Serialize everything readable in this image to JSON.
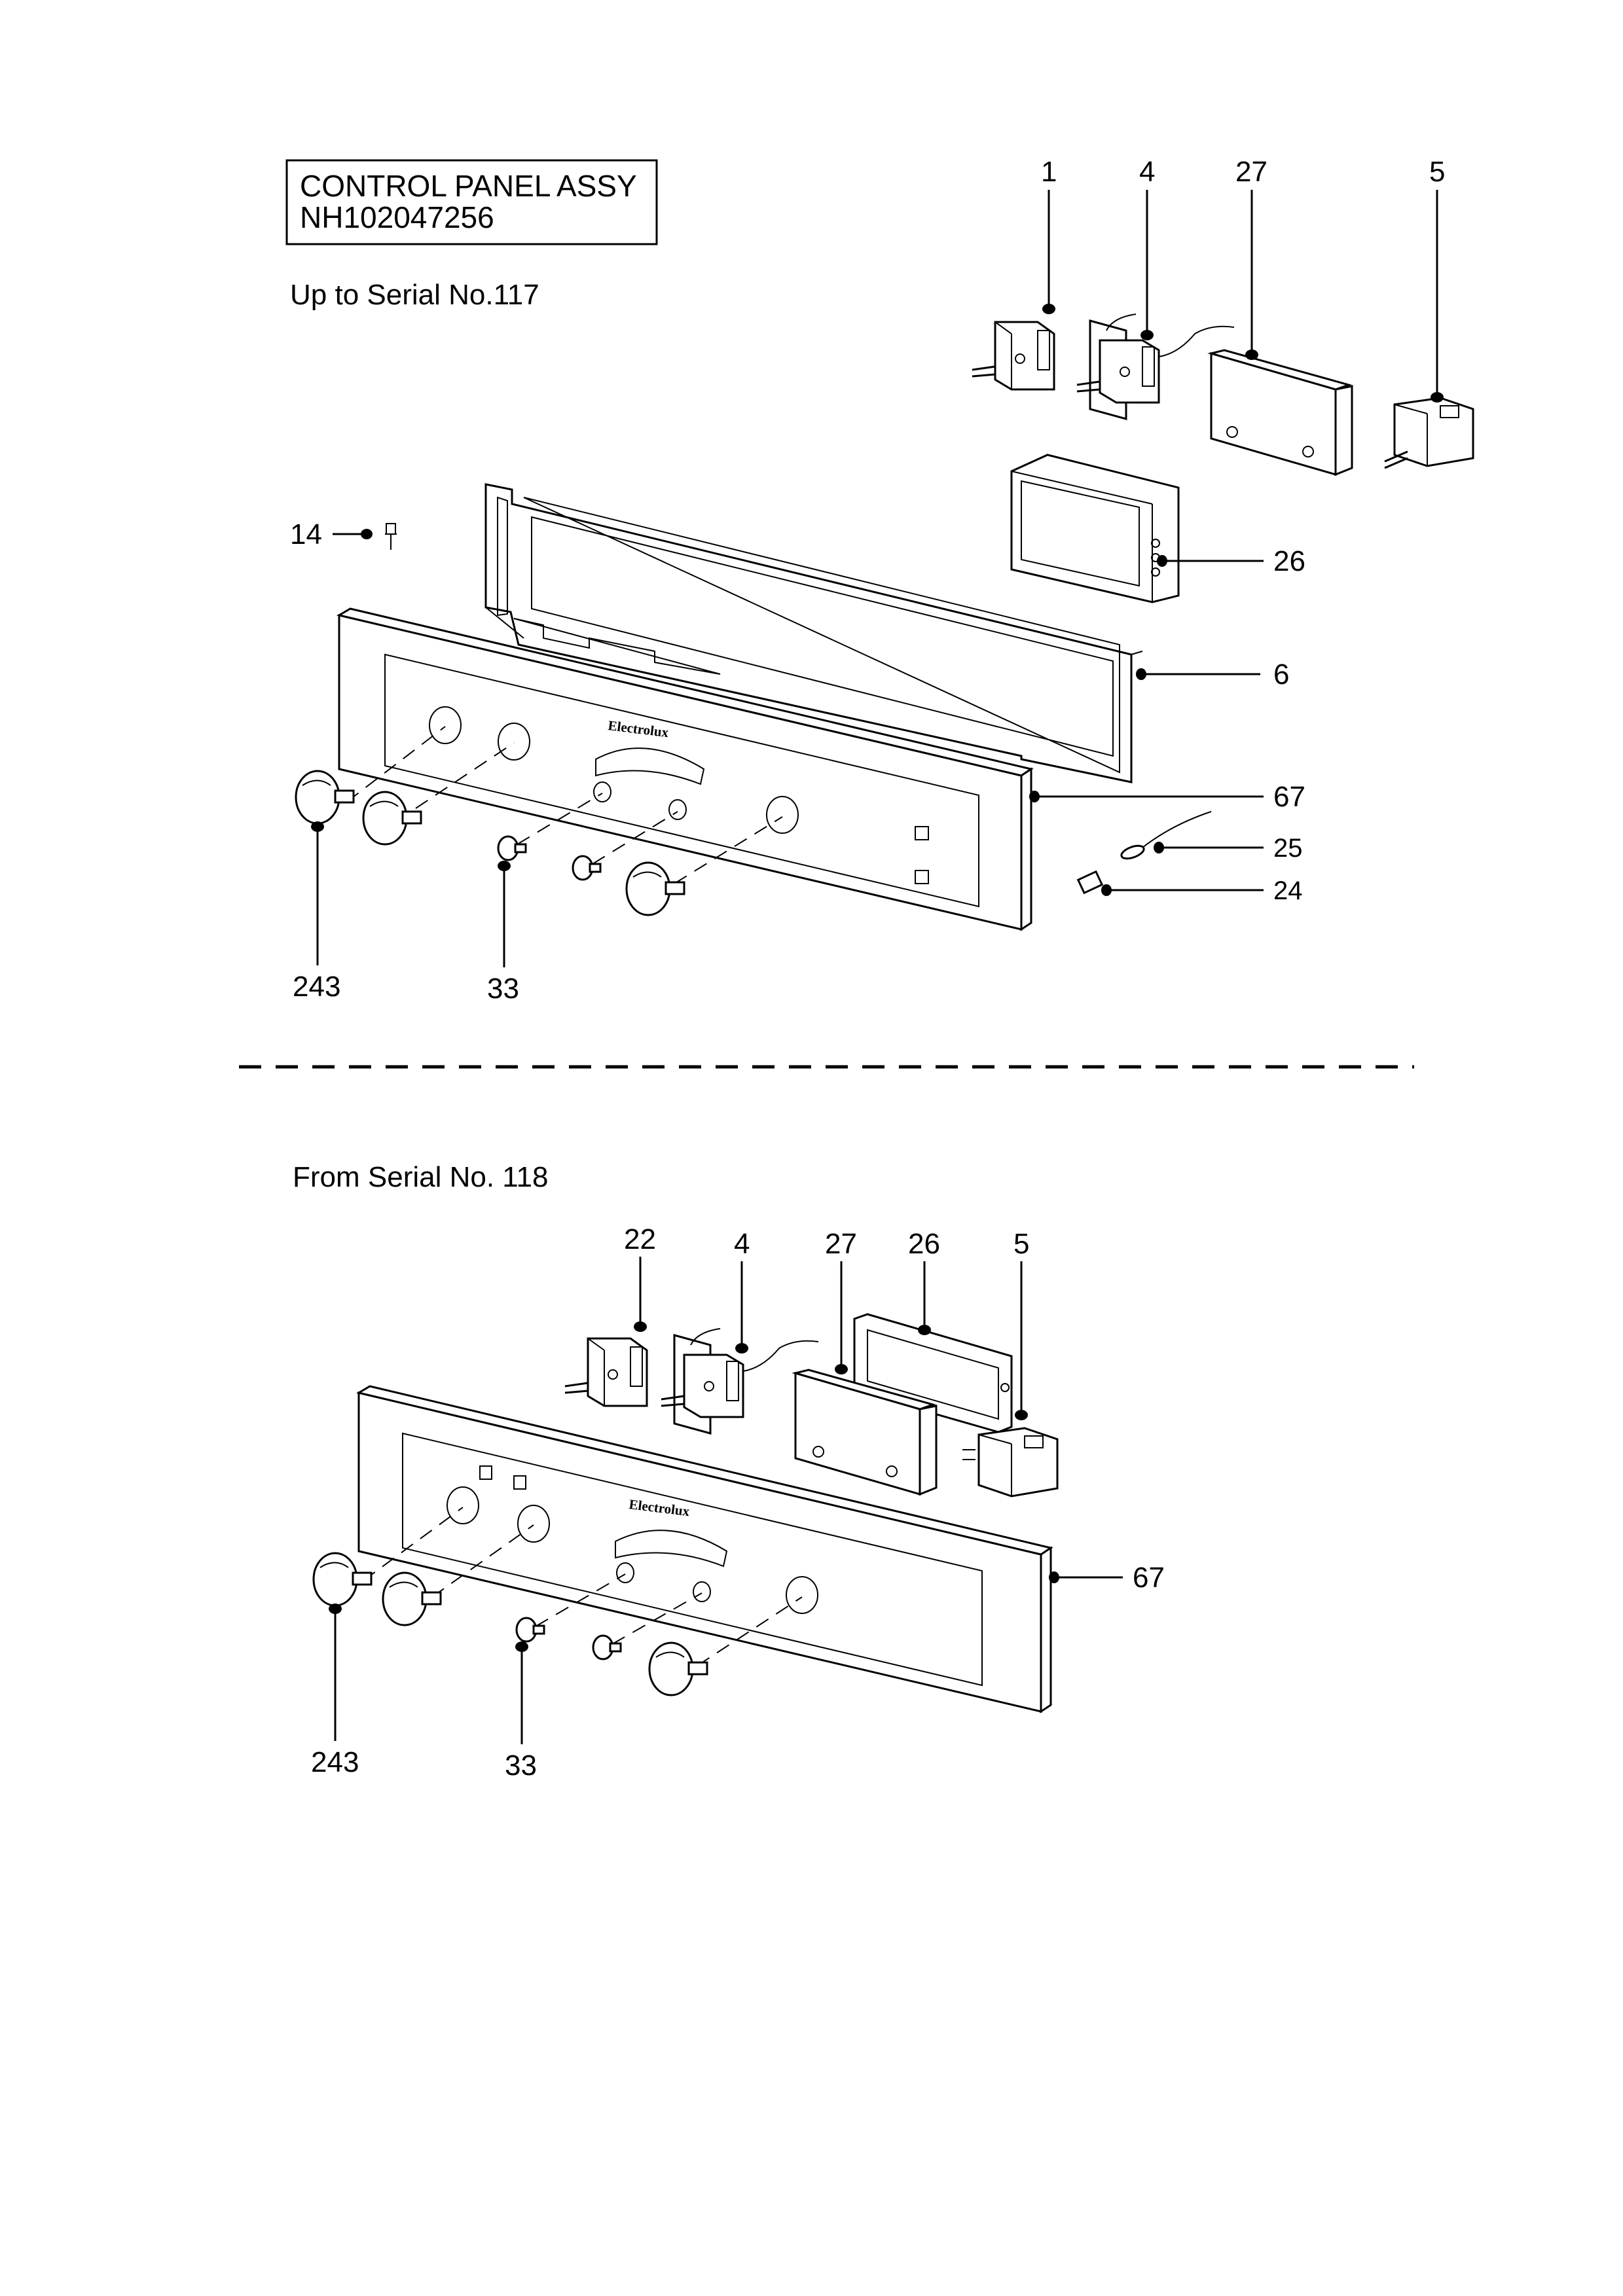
{
  "title_box": {
    "line1": "CONTROL PANEL ASSY",
    "line2": "NH102047256"
  },
  "top_section": {
    "heading": "Up to Serial No.117",
    "brand": "Electrolux",
    "callouts": [
      "1",
      "4",
      "27",
      "5",
      "14",
      "26",
      "6",
      "67",
      "25",
      "24",
      "243",
      "33"
    ]
  },
  "bottom_section": {
    "heading": "From Serial No. 118",
    "brand": "Electrolux",
    "callouts": [
      "22",
      "4",
      "27",
      "26",
      "5",
      "67",
      "243",
      "33"
    ]
  }
}
